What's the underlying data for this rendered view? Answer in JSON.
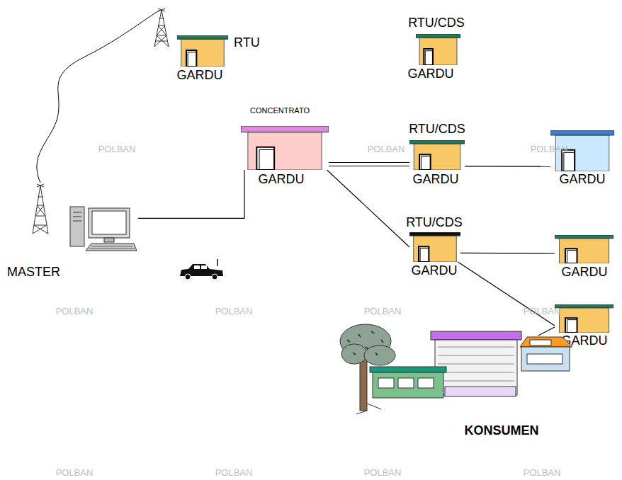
{
  "diagram": {
    "nodes": [
      {
        "text": [
          "RTU",
          "GARDU"
        ]
      },
      {
        "text": [
          "RTU/CDS",
          "GARDU"
        ]
      },
      {
        "text": [
          "CONCENTRATO",
          "GARDU"
        ]
      },
      {
        "text": [
          "RTU/CDS",
          "GARDU"
        ]
      },
      {
        "text": [
          "GARDU"
        ]
      },
      {
        "text": [
          "RTU/CDS",
          "GARDU"
        ]
      },
      {
        "text": [
          "GARDU"
        ]
      },
      {
        "text": [
          "GARDU"
        ]
      },
      {
        "text": [
          "MASTER"
        ]
      },
      {
        "text": [
          "KONSUMEN"
        ]
      }
    ],
    "edges": [
      {
        "from": 2,
        "to": 3,
        "arrow": "none"
      },
      {
        "from": 3,
        "to": 4,
        "arrow": "none"
      },
      {
        "from": 2,
        "to": 5,
        "arrow": "none"
      },
      {
        "from": 5,
        "to": 6,
        "arrow": "none"
      },
      {
        "from": 5,
        "to": 7,
        "arrow": "none"
      },
      {
        "from": 7,
        "to": 9,
        "arrow": "none"
      },
      {
        "from": 8,
        "to": 2,
        "arrow": "none"
      }
    ],
    "labels": [
      "POLBAN",
      "POLBAN",
      "POLBAN",
      "POLBAN",
      "POLBAN",
      "POLBAN",
      "POLBAN",
      "POLBAN",
      "POLBAN",
      "POLBAN",
      "POLBAN"
    ]
  }
}
